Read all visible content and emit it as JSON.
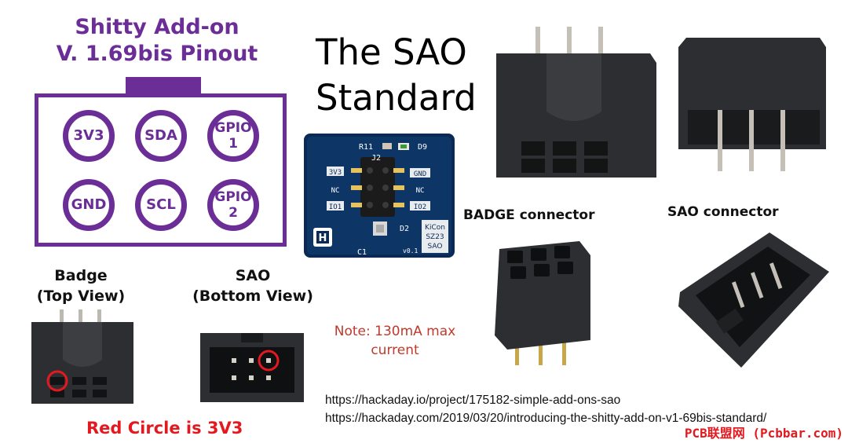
{
  "pinout": {
    "title_line1": "Shitty Add-on",
    "title_line2": "V. 1.69bis Pinout",
    "pins": [
      "3V3",
      "SDA",
      "GPIO\n1",
      "GND",
      "SCL",
      "GPIO\n2"
    ]
  },
  "heading": {
    "line1": "The SAO",
    "line2": "Standard"
  },
  "pcb": {
    "refdes": [
      "R11",
      "D9",
      "J2",
      "D2",
      "C1"
    ],
    "left_labels": [
      "3V3",
      "NC",
      "IO1"
    ],
    "right_labels": [
      "GND",
      "NC",
      "IO2"
    ],
    "silk_text": [
      "KiCon",
      "SZ23",
      "SAO"
    ],
    "version": "v0.1"
  },
  "views": {
    "badge_label_line1": "Badge",
    "badge_label_line2": "(Top View)",
    "sao_label_line1": "SAO",
    "sao_label_line2": "(Bottom View)"
  },
  "connectors": {
    "badge_connector_label": "BADGE connector",
    "sao_connector_label": "SAO connector"
  },
  "note": {
    "line1": "Note: 130mA max",
    "line2": "current"
  },
  "links": [
    "https://hackaday.io/project/175182-simple-add-ons-sao",
    "https://hackaday.com/2019/03/20/introducing-the-shitty-add-on-v1-69bis-standard/"
  ],
  "caption": "Red Circle is 3V3",
  "watermark": "PCB联盟网 (Pcbbar.com)",
  "colors": {
    "purple": "#6b2d96",
    "red": "#e3191f",
    "pcb_blue": "#0a2a55",
    "connector": "#2c2e31"
  }
}
